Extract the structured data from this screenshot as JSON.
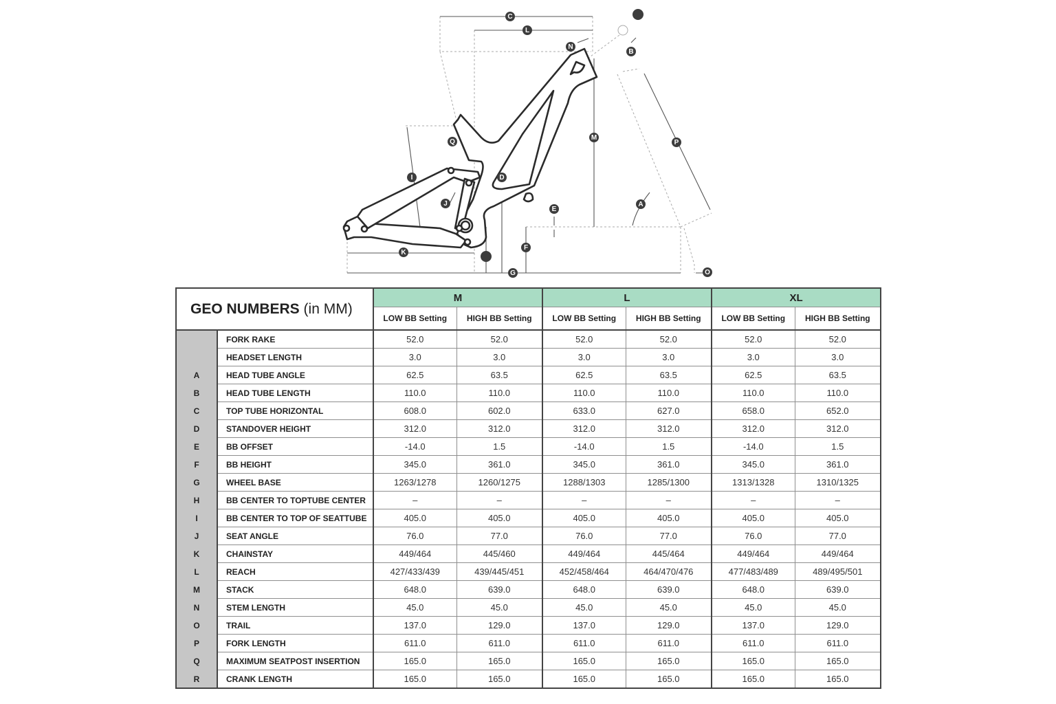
{
  "diagram": {
    "labels": [
      "C",
      "L",
      "N",
      "B",
      "P",
      "M",
      "Q",
      "I",
      "D",
      "J",
      "E",
      "A",
      "F",
      "K",
      "G",
      "O"
    ]
  },
  "table": {
    "title_bold": "GEO NUMBERS",
    "title_unit": "(in MM)",
    "sizes": [
      "M",
      "L",
      "XL"
    ],
    "settings": [
      "LOW BB Setting",
      "HIGH BB Setting"
    ],
    "rows": [
      {
        "letter": "",
        "name": "FORK RAKE",
        "values": [
          "52.0",
          "52.0",
          "52.0",
          "52.0",
          "52.0",
          "52.0"
        ]
      },
      {
        "letter": "",
        "name": "HEADSET LENGTH",
        "values": [
          "3.0",
          "3.0",
          "3.0",
          "3.0",
          "3.0",
          "3.0"
        ]
      },
      {
        "letter": "A",
        "name": "HEAD TUBE ANGLE",
        "values": [
          "62.5",
          "63.5",
          "62.5",
          "63.5",
          "62.5",
          "63.5"
        ]
      },
      {
        "letter": "B",
        "name": "HEAD TUBE LENGTH",
        "values": [
          "110.0",
          "110.0",
          "110.0",
          "110.0",
          "110.0",
          "110.0"
        ]
      },
      {
        "letter": "C",
        "name": "TOP TUBE HORIZONTAL",
        "values": [
          "608.0",
          "602.0",
          "633.0",
          "627.0",
          "658.0",
          "652.0"
        ]
      },
      {
        "letter": "D",
        "name": "STANDOVER HEIGHT",
        "values": [
          "312.0",
          "312.0",
          "312.0",
          "312.0",
          "312.0",
          "312.0"
        ]
      },
      {
        "letter": "E",
        "name": "BB OFFSET",
        "values": [
          "-14.0",
          "1.5",
          "-14.0",
          "1.5",
          "-14.0",
          "1.5"
        ]
      },
      {
        "letter": "F",
        "name": "BB HEIGHT",
        "values": [
          "345.0",
          "361.0",
          "345.0",
          "361.0",
          "345.0",
          "361.0"
        ]
      },
      {
        "letter": "G",
        "name": "WHEEL BASE",
        "values": [
          "1263/1278",
          "1260/1275",
          "1288/1303",
          "1285/1300",
          "1313/1328",
          "1310/1325"
        ]
      },
      {
        "letter": "H",
        "name": "BB CENTER TO TOPTUBE CENTER",
        "values": [
          "–",
          "–",
          "–",
          "–",
          "–",
          "–"
        ]
      },
      {
        "letter": "I",
        "name": "BB CENTER TO TOP OF SEATTUBE",
        "values": [
          "405.0",
          "405.0",
          "405.0",
          "405.0",
          "405.0",
          "405.0"
        ]
      },
      {
        "letter": "J",
        "name": "SEAT ANGLE",
        "values": [
          "76.0",
          "77.0",
          "76.0",
          "77.0",
          "76.0",
          "77.0"
        ]
      },
      {
        "letter": "K",
        "name": "CHAINSTAY",
        "values": [
          "449/464",
          "445/460",
          "449/464",
          "445/464",
          "449/464",
          "449/464"
        ]
      },
      {
        "letter": "L",
        "name": "REACH",
        "values": [
          "427/433/439",
          "439/445/451",
          "452/458/464",
          "464/470/476",
          "477/483/489",
          "489/495/501"
        ]
      },
      {
        "letter": "M",
        "name": "STACK",
        "values": [
          "648.0",
          "639.0",
          "648.0",
          "639.0",
          "648.0",
          "639.0"
        ]
      },
      {
        "letter": "N",
        "name": "STEM LENGTH",
        "values": [
          "45.0",
          "45.0",
          "45.0",
          "45.0",
          "45.0",
          "45.0"
        ]
      },
      {
        "letter": "O",
        "name": "TRAIL",
        "values": [
          "137.0",
          "129.0",
          "137.0",
          "129.0",
          "137.0",
          "129.0"
        ]
      },
      {
        "letter": "P",
        "name": "FORK LENGTH",
        "values": [
          "611.0",
          "611.0",
          "611.0",
          "611.0",
          "611.0",
          "611.0"
        ]
      },
      {
        "letter": "Q",
        "name": "MAXIMUM SEATPOST INSERTION",
        "values": [
          "165.0",
          "165.0",
          "165.0",
          "165.0",
          "165.0",
          "165.0"
        ]
      },
      {
        "letter": "R",
        "name": "CRANK LENGTH",
        "values": [
          "165.0",
          "165.0",
          "165.0",
          "165.0",
          "165.0",
          "165.0"
        ]
      }
    ]
  }
}
